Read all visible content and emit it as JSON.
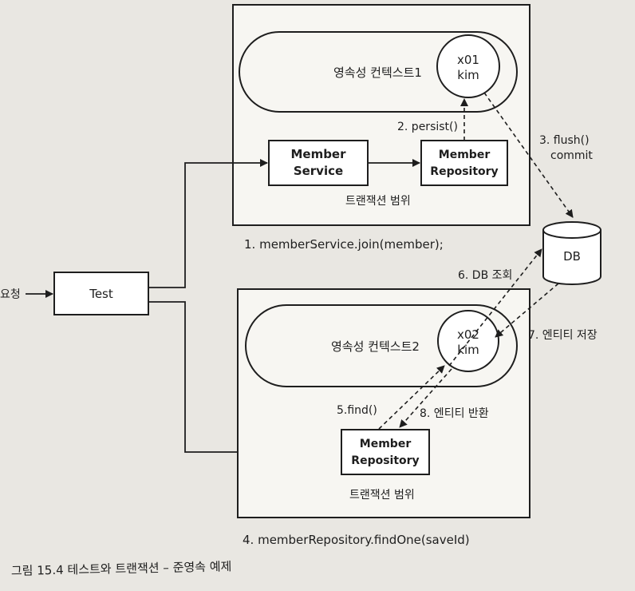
{
  "diagram": {
    "top_container": {
      "persistence_context": "영속성 컨텍스트1",
      "entity": {
        "id": "x01",
        "name": "kim"
      },
      "member_service": [
        "Member",
        "Service"
      ],
      "member_repository": [
        "Member",
        "Repository"
      ],
      "persist_label": "2. persist()",
      "transaction_scope": "트랜잭션 범위"
    },
    "flush_label": [
      "3. flush()",
      "commit"
    ],
    "join_label": "1. memberService.join(member);",
    "db_label": "DB",
    "request_label": "요청",
    "test_label": "Test",
    "db_query_label": "6. DB 조회",
    "entity_store_label": "7. 엔티티 저장",
    "bottom_container": {
      "persistence_context": "영속성 컨텍스트2",
      "entity": {
        "id": "x02",
        "name": "kim"
      },
      "find_label": "5.find()",
      "entity_return_label": "8. 엔티티 반환",
      "member_repository": [
        "Member",
        "Repository"
      ],
      "transaction_scope": "트랜잭션 범위"
    },
    "find_one_label": "4. memberRepository.findOne(saveId)",
    "caption": "그림 15.4 테스트와 트랜잭션 – 준영속 예제"
  }
}
